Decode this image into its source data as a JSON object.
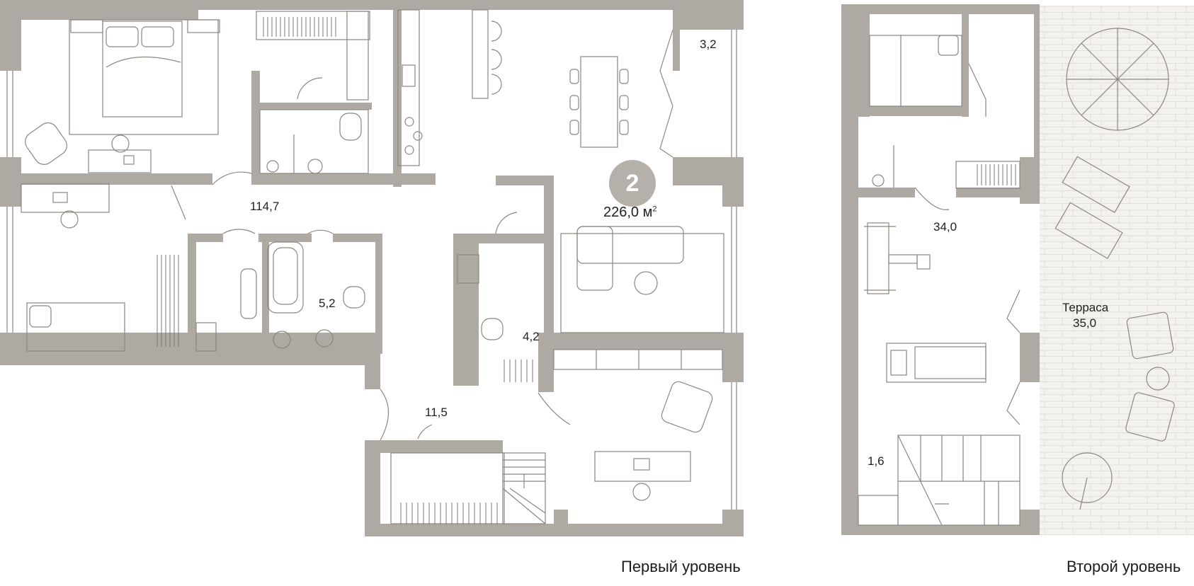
{
  "apartment": {
    "number_badge": "2",
    "total_area": "226,0 м",
    "total_area_unit_sup": "2"
  },
  "level1": {
    "caption": "Первый уровень",
    "areas": {
      "living": "114,7",
      "balcony": "3,2",
      "bath_main": "5,2",
      "wc": "4,2",
      "hall": "11,5"
    }
  },
  "level2": {
    "caption": "Второй уровень",
    "areas": {
      "gym": "34,0",
      "stair_closet": "1,6",
      "terrace_name": "Терраса",
      "terrace_area": "35,0"
    }
  },
  "colors": {
    "wall": "#aea9a2",
    "line": "#8c8780",
    "terrace_fill": "#f3f1ee",
    "badge": "#b5b0a9"
  }
}
